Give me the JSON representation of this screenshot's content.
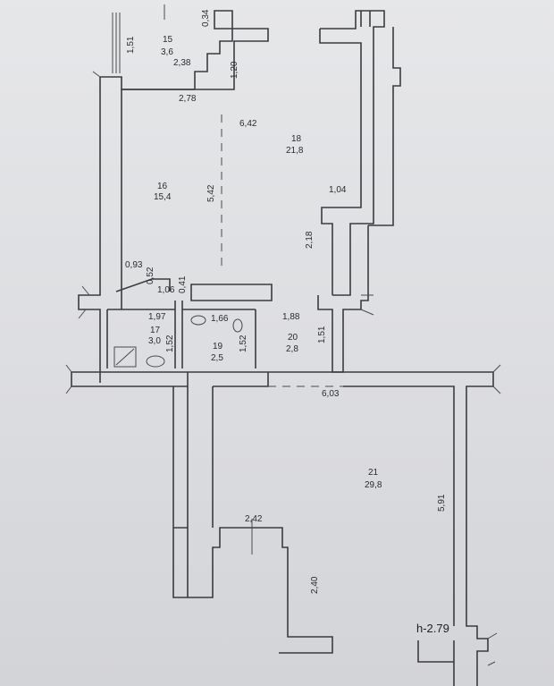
{
  "rooms": {
    "r15": {
      "number": "15",
      "area": "3,6"
    },
    "r16": {
      "number": "16",
      "area": "15,4"
    },
    "r17": {
      "number": "17",
      "area": "3,0"
    },
    "r18": {
      "number": "18",
      "area": "21,8"
    },
    "r19": {
      "number": "19",
      "area": "2,5"
    },
    "r20": {
      "number": "20",
      "area": "2,8"
    },
    "r21": {
      "number": "21",
      "area": "29,8"
    }
  },
  "dimensions": {
    "d151_top": "1,51",
    "d034": "0,34",
    "d238": "2,38",
    "d120": "1,20",
    "d278": "2,78",
    "d642": "6,42",
    "d542": "5,42",
    "d104": "1,04",
    "d218": "2,18",
    "d093": "0,93",
    "d052": "0,52",
    "d106": "1,06",
    "d041": "0,41",
    "d197": "1,97",
    "d166": "1,66",
    "d188": "1,88",
    "d152_a": "1,52",
    "d152_b": "1,52",
    "d151_mid": "1,51",
    "d603": "6,03",
    "d591": "5,91",
    "d242": "2,42",
    "d240": "2,40"
  },
  "height_mark": "h-2.79"
}
